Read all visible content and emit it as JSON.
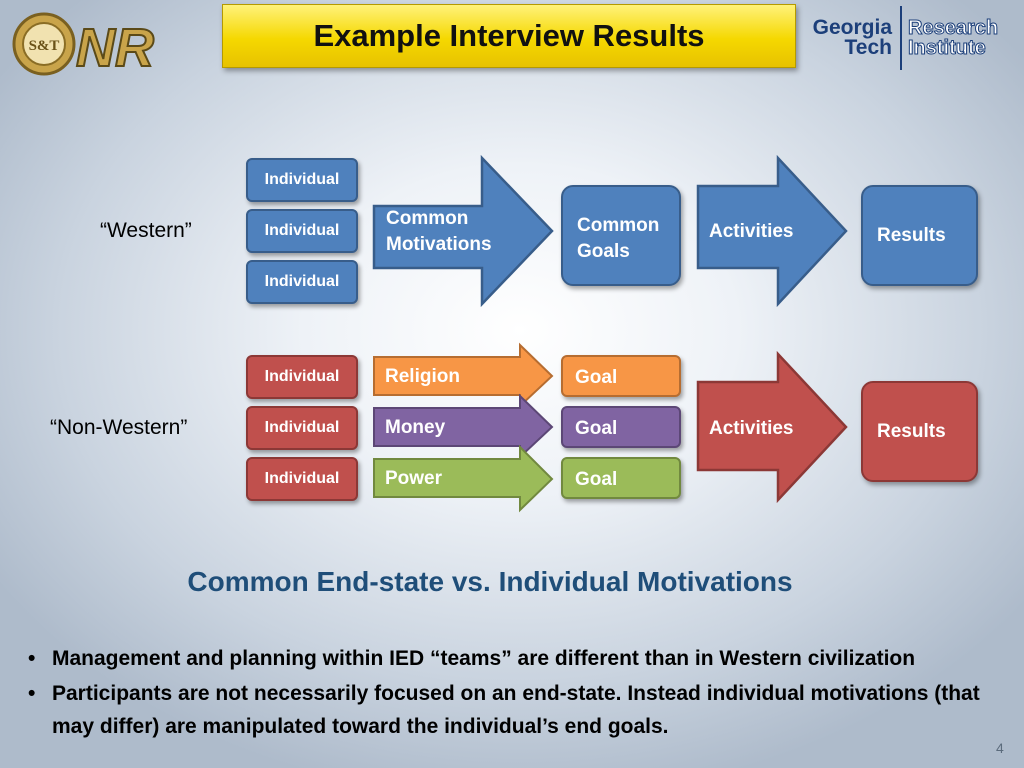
{
  "header": {
    "title": "Example Interview Results"
  },
  "logos": {
    "left": {
      "text": "NR",
      "seal": "S&T"
    },
    "right": {
      "line1": "Georgia",
      "line2": "Tech",
      "line3": "Research",
      "line4": "Institute"
    }
  },
  "western": {
    "label": "“Western”",
    "individuals": [
      "Individual",
      "Individual",
      "Individual"
    ],
    "motivation": [
      "Common",
      "Motivations"
    ],
    "goals": [
      "Common",
      "Goals"
    ],
    "activities": "Activities",
    "results": "Results"
  },
  "non_western": {
    "label": "“Non-Western”",
    "individuals": [
      "Individual",
      "Individual",
      "Individual"
    ],
    "motivations": [
      "Religion",
      "Money",
      "Power"
    ],
    "goals": [
      "Goal",
      "Goal",
      "Goal"
    ],
    "activities": "Activities",
    "results": "Results"
  },
  "subtitle": "Common End-state vs. Individual Motivations",
  "bullets": [
    "Management and planning within IED “teams” are different than in Western civilization",
    "Participants are not necessarily focused on an end-state. Instead individual motivations (that may differ) are manipulated toward the individual’s end goals."
  ],
  "bullet_symbol": "•",
  "page_number": "4",
  "colors": {
    "blue": "#4f81bd",
    "red": "#c0504d",
    "orange": "#f79646",
    "purple": "#8064a2",
    "green": "#9bbb59",
    "title_bg": "#f5d800",
    "subtitle": "#1f4e79"
  }
}
